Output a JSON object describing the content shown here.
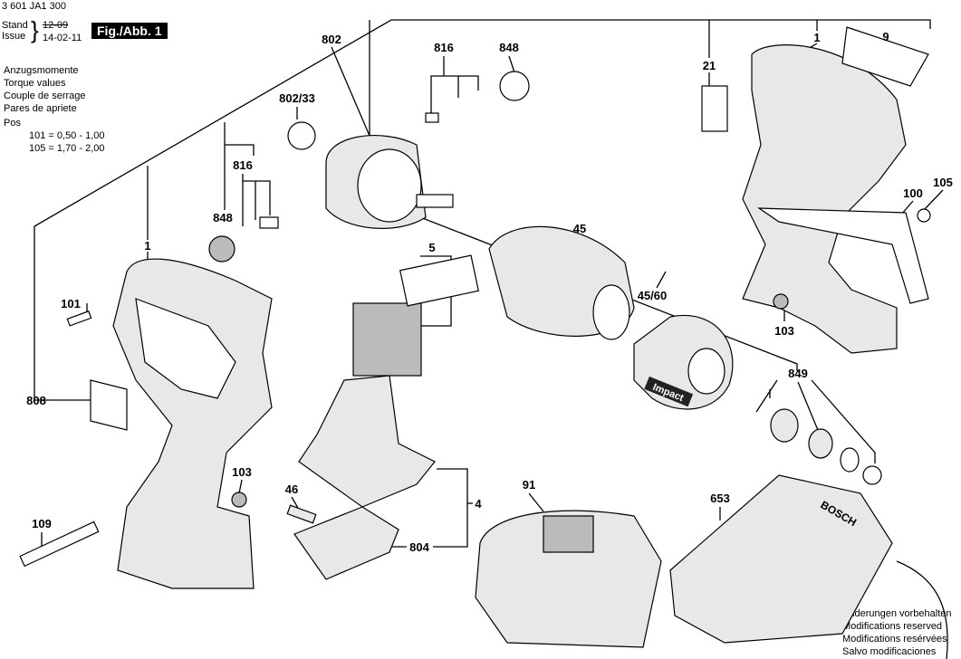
{
  "header": {
    "part_number": "3 601 JA1 300",
    "stand_label": "Stand",
    "issue_label": "Issue",
    "old_date": "12-09",
    "date": "14-02-11",
    "figure": "Fig./Abb. 1"
  },
  "torque": {
    "lines": [
      "Anzugsmomente",
      "Torque values",
      "Couple de serrage",
      "Pares de apriete"
    ],
    "pos_label": "Pos",
    "values": [
      "101 =  0,50  -  1,00",
      "105 =  1,70  -  2,00"
    ]
  },
  "notes": [
    "Änderungen vorbehalten",
    "Modifications reserved",
    "Modifications resérvées",
    "Salvo modificaciones"
  ],
  "callouts": {
    "c802": "802",
    "c816a": "816",
    "c848a": "848",
    "c80233": "802/33",
    "c816b": "816",
    "c848b": "848",
    "c1a": "1",
    "c101": "101",
    "c808": "808",
    "c103a": "103",
    "c109": "109",
    "c5": "5",
    "c45": "45",
    "c4560": "45/60",
    "c1b": "1",
    "c9": "9",
    "c21": "21",
    "c100": "100",
    "c105": "105",
    "c103b": "103",
    "c849": "849",
    "c46": "46",
    "c4": "4",
    "c804": "804",
    "c91": "91",
    "c653": "653"
  },
  "logos": {
    "housing": "Impact",
    "charger": "BOSCH"
  }
}
